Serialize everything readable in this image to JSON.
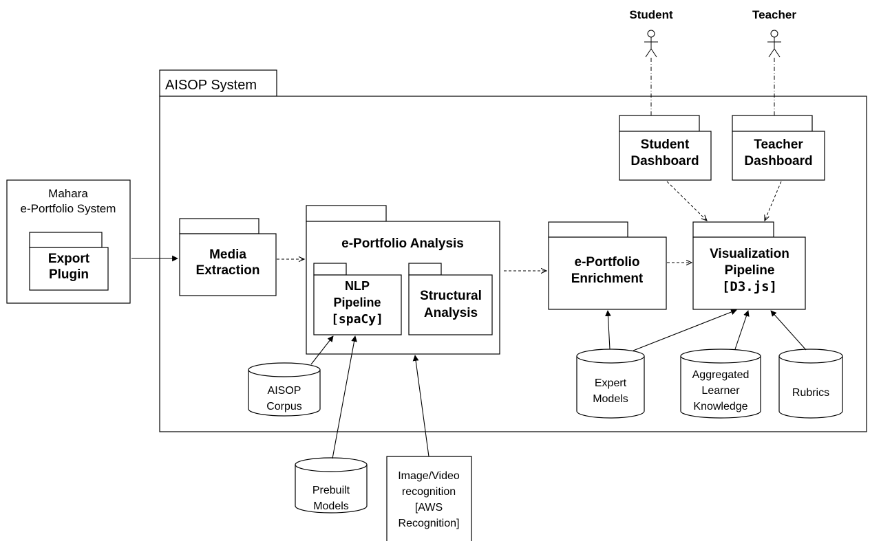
{
  "actors": {
    "student": "Student",
    "teacher": "Teacher"
  },
  "system_frame": {
    "label": "AISOP System"
  },
  "mahara": {
    "title_line1": "Mahara",
    "title_line2": "e-Portfolio System",
    "export_plugin_line1": "Export",
    "export_plugin_line2": "Plugin"
  },
  "packages": {
    "media_extraction": [
      "Media",
      "Extraction"
    ],
    "eportfolio_analysis": [
      "e-Portfolio Analysis"
    ],
    "nlp_pipeline": [
      "NLP",
      "Pipeline",
      "[spaCy]"
    ],
    "structural_analysis": [
      "Structural",
      "Analysis"
    ],
    "eportfolio_enrichment": [
      "e-Portfolio",
      "Enrichment"
    ],
    "visualization_pipeline": [
      "Visualization",
      "Pipeline",
      "[D3.js]"
    ],
    "student_dashboard": [
      "Student",
      "Dashboard"
    ],
    "teacher_dashboard": [
      "Teacher",
      "Dashboard"
    ]
  },
  "datastores": {
    "aisop_corpus": [
      "AISOP",
      "Corpus"
    ],
    "prebuilt_models": [
      "Prebuilt",
      "Models"
    ],
    "expert_models": [
      "Expert",
      "Models"
    ],
    "aggregated_learner_knowledge": [
      "Aggregated",
      "Learner",
      "Knowledge"
    ],
    "rubrics": [
      "Rubrics"
    ]
  },
  "external_components": {
    "image_video_recognition": [
      "Image/Video",
      "recognition",
      "[AWS",
      "Recognition]"
    ]
  }
}
